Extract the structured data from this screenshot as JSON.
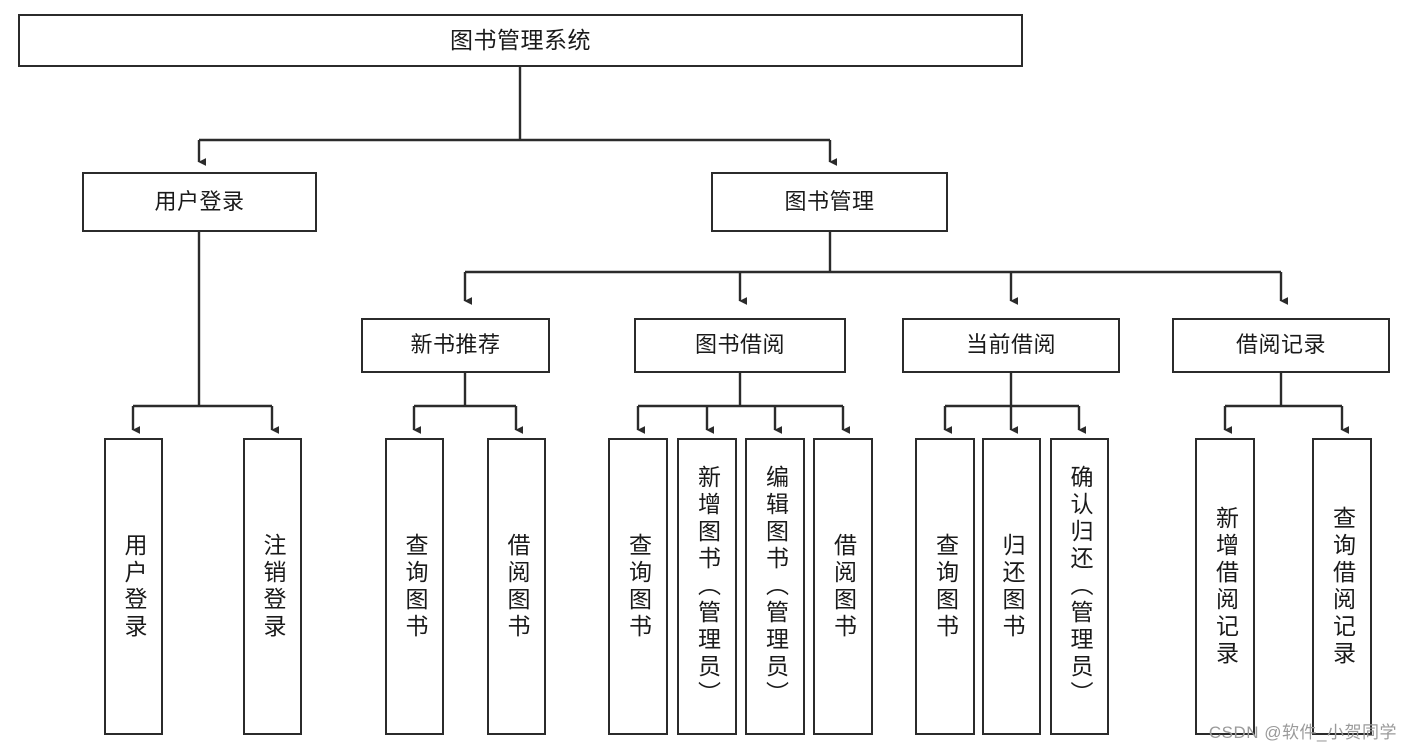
{
  "diagram": {
    "title": "图书管理系统",
    "type": "tree-hierarchy-diagram",
    "root": {
      "label": "图书管理系统"
    },
    "level2": [
      {
        "label": "用户登录"
      },
      {
        "label": "图书管理"
      }
    ],
    "level3": [
      {
        "label": "新书推荐"
      },
      {
        "label": "图书借阅"
      },
      {
        "label": "当前借阅"
      },
      {
        "label": "借阅记录"
      }
    ],
    "leaves": {
      "user_login": [
        {
          "label": "用户登录"
        },
        {
          "label": "注销登录"
        }
      ],
      "new_book_recommend": [
        {
          "label": "查询图书"
        },
        {
          "label": "借阅图书"
        }
      ],
      "book_borrow": [
        {
          "label": "查询图书"
        },
        {
          "label": "新增图书（管理员）"
        },
        {
          "label": "编辑图书（管理员）"
        },
        {
          "label": "借阅图书"
        }
      ],
      "current_borrow": [
        {
          "label": "查询图书"
        },
        {
          "label": "归还图书"
        },
        {
          "label": "确认归还（管理员）"
        }
      ],
      "borrow_record": [
        {
          "label": "新增借阅记录"
        },
        {
          "label": "查询借阅记录"
        }
      ]
    }
  },
  "watermark": {
    "text": "CSDN @软件_小贺同学"
  },
  "colors": {
    "border": "#2b2b2b",
    "background": "#ffffff",
    "text": "#1a1a1a",
    "watermark": "#9a9a9a"
  }
}
